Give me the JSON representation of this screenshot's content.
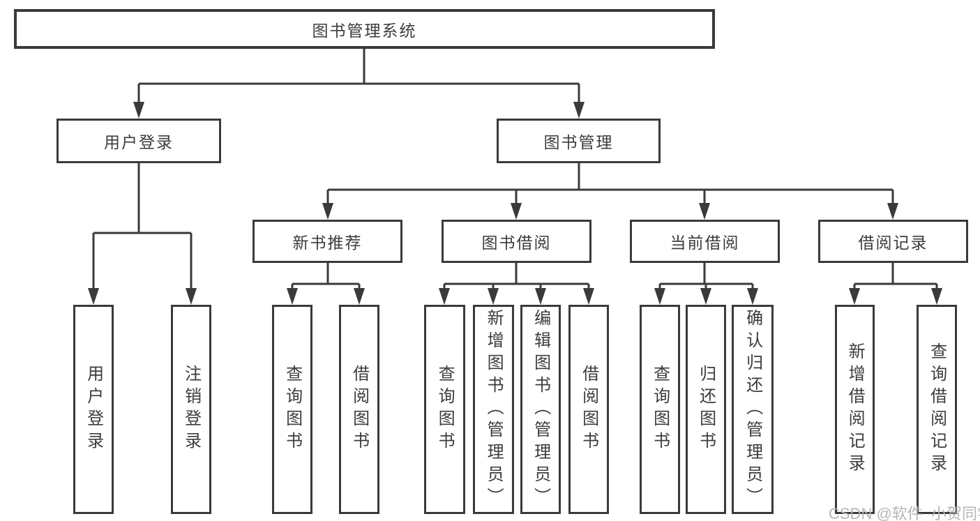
{
  "diagram": {
    "root": {
      "label": "图书管理系统"
    },
    "branches": [
      {
        "label": "用户登录",
        "leaves": [
          "用户登录",
          "注销登录"
        ]
      },
      {
        "label": "图书管理",
        "groups": [
          {
            "label": "新书推荐",
            "leaves": [
              "查询图书",
              "借阅图书"
            ]
          },
          {
            "label": "图书借阅",
            "leaves": [
              "查询图书",
              "新增图书（管理员）",
              "编辑图书（管理员）",
              "借阅图书"
            ]
          },
          {
            "label": "当前借阅",
            "leaves": [
              "查询图书",
              "归还图书",
              "确认归还（管理员）"
            ]
          },
          {
            "label": "借阅记录",
            "leaves": [
              "新增借阅记录",
              "查询借阅记录"
            ]
          }
        ]
      }
    ]
  },
  "watermark": {
    "text": "CSDN @软件_小贺同学"
  },
  "colors": {
    "line": "#3a3a3a",
    "border": "#3a3a3a",
    "text": "#3c3c3c",
    "watermark": "#b2b2b2",
    "background": "#ffffff"
  }
}
